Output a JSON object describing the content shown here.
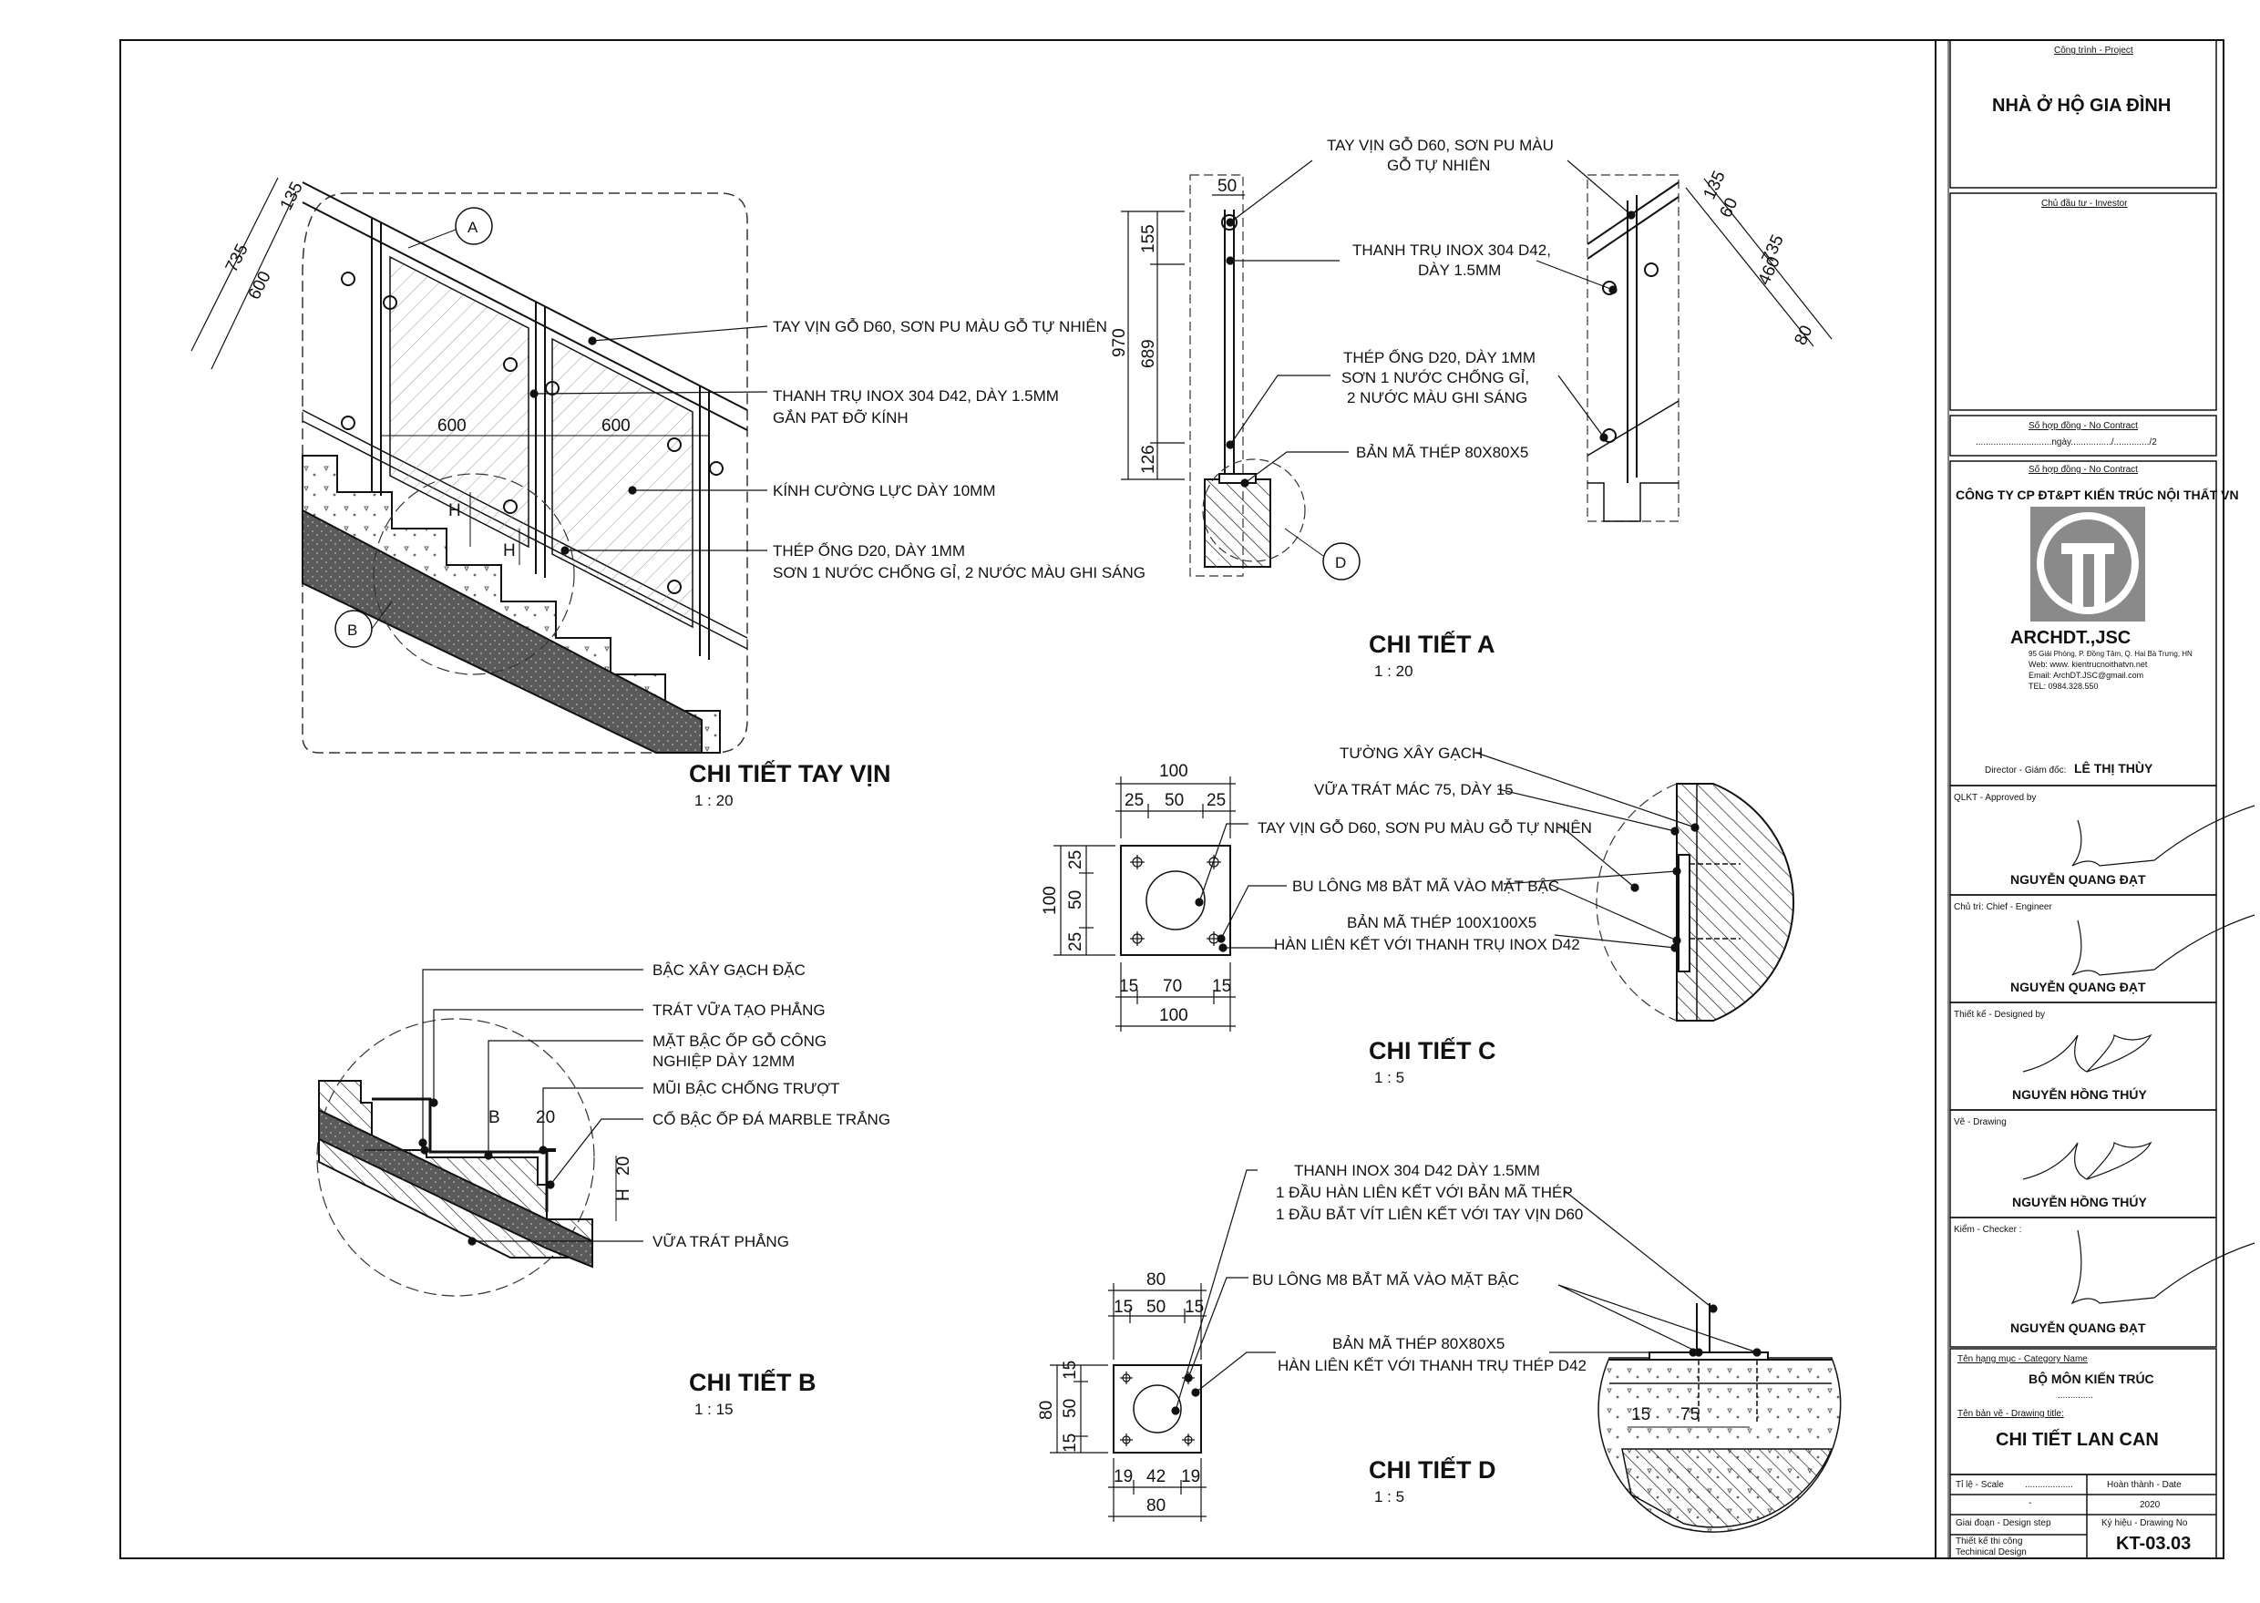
{
  "drawings": {
    "handrail": {
      "title": "CHI TIẾT TAY VỊN",
      "scale": "1 : 20",
      "dims": {
        "d135": "135",
        "d735": "735",
        "d600": "600",
        "span1": "600",
        "span2": "600",
        "h1": "H",
        "h2": "H"
      },
      "tags": {
        "a": "A",
        "b": "B"
      },
      "labels": [
        "TAY VỊN GỖ D60, SƠN PU MÀU GỖ TỰ NHIÊN",
        "THANH TRỤ INOX 304 D42, DÀY 1.5MM",
        "GẮN PAT ĐỠ KÍNH",
        "KÍNH CƯỜNG LỰC DÀY 10MM",
        "THÉP ỐNG D20, DÀY 1MM",
        "SƠN 1 NƯỚC CHỐNG GỈ, 2 NƯỚC MÀU GHI SÁNG"
      ]
    },
    "detail_a": {
      "title": "CHI TIẾT A",
      "scale": "1 : 20",
      "dims": {
        "d50": "50",
        "d155": "155",
        "d970": "970",
        "d689": "689",
        "d126": "126",
        "r135": "135",
        "r60": "60",
        "r735": "735",
        "r460": "460",
        "r80": "80"
      },
      "tag_d": "D",
      "labels": [
        "TAY VỊN GỖ D60, SƠN PU MÀU",
        "GỖ TỰ NHIÊN",
        "THANH TRỤ INOX 304 D42,",
        "DÀY 1.5MM",
        "THÉP ỐNG D20, DÀY 1MM",
        "SƠN 1 NƯỚC CHỐNG GỈ,",
        "2 NƯỚC MÀU GHI SÁNG",
        "BẢN MÃ THÉP 80X80X5"
      ]
    },
    "detail_b": {
      "title": "CHI TIẾT B",
      "scale": "1 : 15",
      "dims": {
        "b": "B",
        "d20a": "20",
        "d20b": "20",
        "h": "H"
      },
      "labels": [
        "BẬC XÂY GẠCH ĐẶC",
        "TRÁT VỮA TẠO PHẲNG",
        "MẶT BẬC ỐP GỖ CÔNG",
        "NGHIỆP DÀY 12MM",
        "MŨI BẬC CHỐNG TRƯỢT",
        "CỔ BẬC ỐP ĐÁ MARBLE TRẮNG",
        "VỮA TRÁT PHẲNG"
      ]
    },
    "detail_c": {
      "title": "CHI TIẾT C",
      "scale": "1 : 5",
      "dims": {
        "top_total": "100",
        "t25a": "25",
        "t50": "50",
        "t25b": "25",
        "left_total": "100",
        "l25a": "25",
        "l50": "50",
        "l25b": "25",
        "b15a": "15",
        "b70": "70",
        "b15b": "15",
        "bottom_total": "100"
      },
      "labels": [
        "TƯỜNG XÂY GẠCH",
        "VỮA TRÁT MÁC 75, DÀY 15",
        "TAY VỊN GỖ D60, SƠN PU MÀU GỖ TỰ NHIÊN",
        "BU LÔNG M8 BẮT MÃ VÀO MẶT BẬC",
        "BẢN MÃ THÉP 100X100X5",
        "HÀN LIÊN KẾT VỚI THANH TRỤ INOX D42"
      ]
    },
    "detail_d": {
      "title": "CHI TIẾT D",
      "scale": "1 : 5",
      "dims": {
        "top_total": "80",
        "t15a": "15",
        "t50": "50",
        "t15b": "15",
        "left_total": "80",
        "l15a": "15",
        "l50": "50",
        "l15b": "15",
        "b19a": "19",
        "b42": "42",
        "b19b": "19",
        "bottom_total": "80",
        "s15": "15",
        "s75": "75"
      },
      "labels": [
        "THANH INOX 304 D42 DÀY 1.5MM",
        "1 ĐẦU HÀN LIÊN KẾT VỚI BẢN MÃ THÉP",
        "1 ĐẦU BẮT VÍT LIÊN KẾT VỚI TAY VỊN D60",
        "BU LÔNG M8 BẮT MÃ VÀO MẶT BẬC",
        "BẢN MÃ THÉP 80X80X5",
        "HÀN LIÊN KẾT VỚI THANH TRỤ THÉP D42"
      ]
    }
  },
  "title_block": {
    "project_label": "Công trình - Project",
    "project_name": "NHÀ Ở HỘ GIA ĐÌNH",
    "investor_label": "Chủ đầu tư - Investor",
    "contract_label": "Số hợp đồng - No Contract",
    "contract_date": "..............................ngày................/............../2",
    "contract_label2": "Số hợp đồng - No Contract",
    "company": "CÔNG TY CP ĐT&PT KIẾN TRÚC NỘI THẤT VN",
    "brand": "ARCHDT.,JSC",
    "address": "95 Giải Phóng, P. Đồng Tâm, Q. Hai Bà Trưng, HN",
    "web": "Web: www. kientrucnoithatvn.net",
    "email": "Email: ArchDT.JSC@gmail.com",
    "tel": "TEL: 0984.328.550",
    "director_label": "Director - Giám đốc:",
    "director_name": "LÊ THỊ THÙY",
    "approved_label": "QLKT - Approved by",
    "approved_name": "NGUYỄN QUANG ĐẠT",
    "chief_label": "Chủ trì: Chief - Engineer",
    "chief_name": "NGUYỄN QUANG ĐẠT",
    "designed_label": "Thiết kế - Designed by",
    "designed_name": "NGUYỄN HỒNG THÚY",
    "drawing_label": "Vẽ - Drawing",
    "drawing_name": "NGUYỄN HỒNG THÚY",
    "checker_label": "Kiểm - Checker :",
    "checker_name": "NGUYỄN QUANG ĐẠT",
    "category_label": "Tên hạng mục - Category Name",
    "category_name": "BỘ MÔN KIẾN TRÚC",
    "category_dots": "..............",
    "drawing_title_label": "Tên bản vẽ - Drawing title:",
    "drawing_title": "CHI TIẾT LAN CAN",
    "scale_label": "Tỉ lệ - Scale",
    "scale_dots": "...................",
    "scale_dots2": "-",
    "date_label": "Hoàn thành - Date",
    "date_value": "2020",
    "step_label": "Giai đoạn - Design step",
    "step_value": "Thiết kế thi công",
    "step_value2": "Techinical Design",
    "drawing_no_label": "Ký hiệu - Drawing No",
    "drawing_no": "KT-03.03"
  },
  "colors": {
    "line": "#111111",
    "fill_dark": "#555555",
    "logo_bg": "#8a8a8a"
  }
}
